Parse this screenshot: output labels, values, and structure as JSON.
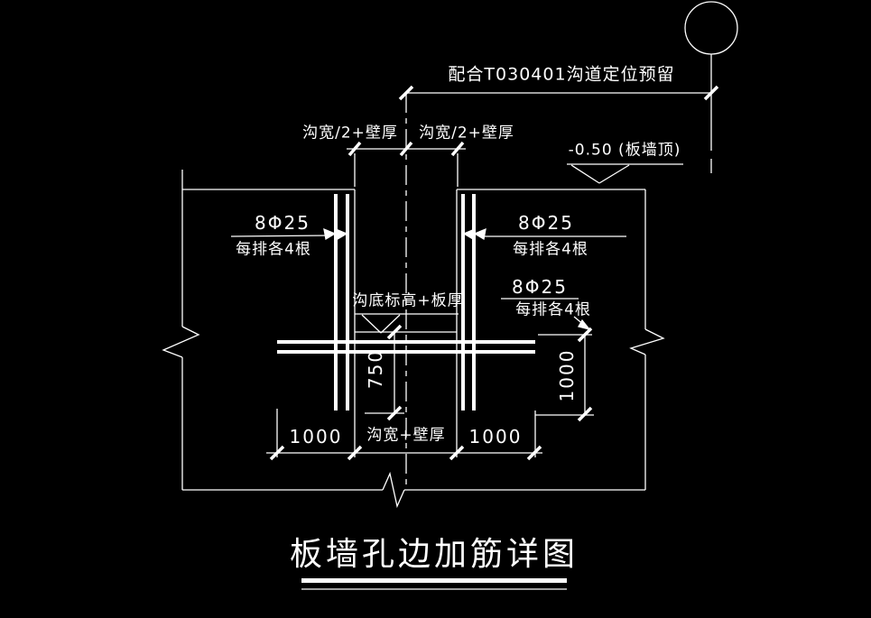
{
  "drawing": {
    "title": "板墙孔边加筋详图",
    "top_note": "配合T030401沟道定位预留",
    "level_wall_top": "-0.50 (板墙顶)",
    "level_trench_bottom": "沟底标高+板厚",
    "dim_half_width_left": "沟宽/2+壁厚",
    "dim_half_width_right": "沟宽/2+壁厚",
    "rebar_left": {
      "spec": "8Φ25",
      "note": "每排各4根"
    },
    "rebar_right": {
      "spec": "8Φ25",
      "note": "每排各4根"
    },
    "rebar_horizontal": {
      "spec": "8Φ25",
      "note": "每排各4根"
    },
    "dim_embed_depth": "750",
    "dim_extension_right": "1000",
    "dim_bottom_left": "1000",
    "dim_bottom_middle": "沟宽+壁厚",
    "dim_bottom_right": "1000",
    "colors": {
      "background": "#000000",
      "line": "#FFFFFF"
    }
  }
}
